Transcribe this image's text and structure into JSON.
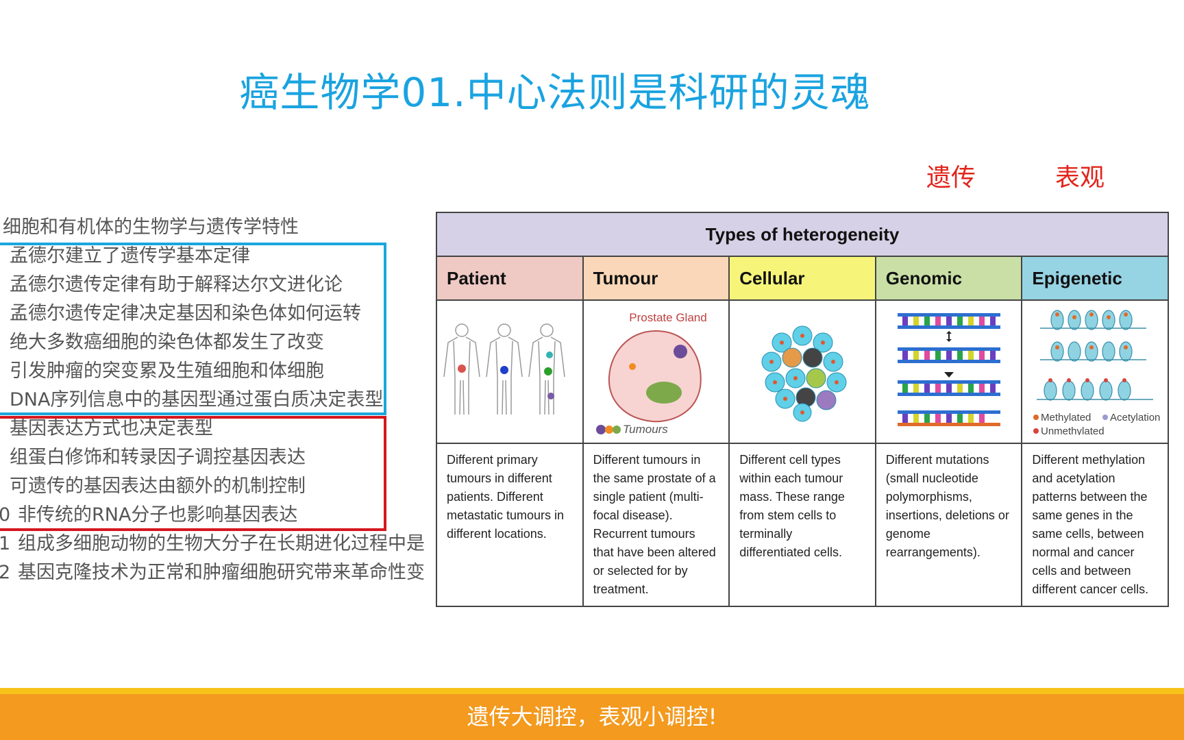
{
  "title": "癌生物学01.中心法则是科研的灵魂",
  "tags": {
    "genetic": "遗传",
    "epigenetic": "表观"
  },
  "list": [
    {
      "num": "",
      "text": "细胞和有机体的生物学与遗传学特性"
    },
    {
      "num": "",
      "text": "孟德尔建立了遗传学基本定律"
    },
    {
      "num": "",
      "text": "孟德尔遗传定律有助于解释达尔文进化论"
    },
    {
      "num": "",
      "text": "孟德尔遗传定律决定基因和染色体如何运转"
    },
    {
      "num": "",
      "text": "绝大多数癌细胞的染色体都发生了改变"
    },
    {
      "num": "",
      "text": "引发肿瘤的突变累及生殖细胞和体细胞"
    },
    {
      "num": "",
      "text": "DNA序列信息中的基因型通过蛋白质决定表型"
    },
    {
      "num": "",
      "text": "基因表达方式也决定表型"
    },
    {
      "num": "",
      "text": "组蛋白修饰和转录因子调控基因表达"
    },
    {
      "num": "",
      "text": "可遗传的基因表达由额外的机制控制"
    },
    {
      "num": "0",
      "text": "非传统的RNA分子也影响基因表达"
    },
    {
      "num": "1",
      "text": "组成多细胞动物的生物大分子在长期进化过程中是"
    },
    {
      "num": "2",
      "text": "基因克隆技术为正常和肿瘤细胞研究带来革命性变"
    }
  ],
  "table": {
    "header": "Types of heterogeneity",
    "columns": [
      {
        "label": "Patient",
        "color": "#efc9c4",
        "description": "Different primary tumours in different patients. Different metastatic tumours in different locations."
      },
      {
        "label": "Tumour",
        "color": "#f9d7b8",
        "description": "Different tumours in the same prostate of a single patient (multi-focal disease). Recurrent tumours that have been altered or selected for by treatment."
      },
      {
        "label": "Cellular",
        "color": "#f6f57a",
        "description": "Different cell types within each tumour mass. These range from stem cells to terminally differentiated cells."
      },
      {
        "label": "Genomic",
        "color": "#c9dfa6",
        "description": "Different mutations (small nucleotide polymorphisms, insertions, deletions or genome rearrangements)."
      },
      {
        "label": "Epigenetic",
        "color": "#96d3e3",
        "description": "Different methylation and acetylation patterns between the same genes in the same cells, between normal and cancer cells and between different cancer cells."
      }
    ],
    "image_labels": {
      "prostate_gland": "Prostate Gland",
      "tumours": "Tumours",
      "methylated": "Methylated",
      "acetylation": "Acetylation",
      "unmethylated": "Unmethylated"
    }
  },
  "banner": "遗传大调控，表观小调控!"
}
